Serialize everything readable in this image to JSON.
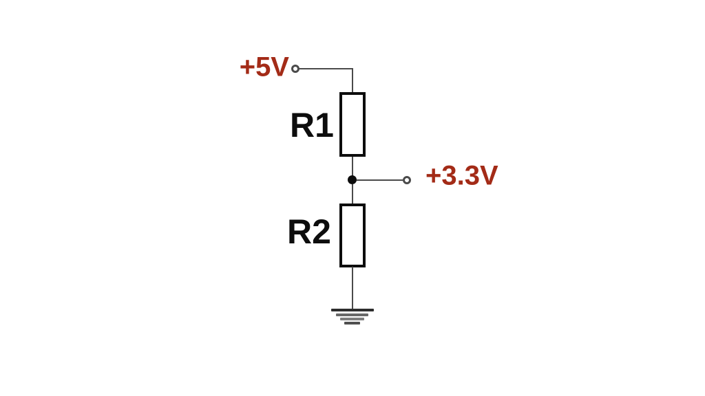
{
  "title": "Voltage divider schematic",
  "colors": {
    "background": "#ffffff",
    "voltage_text": "#a32b17",
    "wire": "#4a4a4a",
    "component": "#0d0d0d"
  },
  "labels": {
    "supply": "+5V",
    "output": "+3.3V"
  },
  "resistors": [
    {
      "name": "R1"
    },
    {
      "name": "R2"
    }
  ],
  "icons": {
    "supply_terminal": "open-circle-terminal",
    "output_terminal": "open-circle-terminal",
    "junction": "filled-dot-junction",
    "ground": "earth-ground-symbol"
  }
}
